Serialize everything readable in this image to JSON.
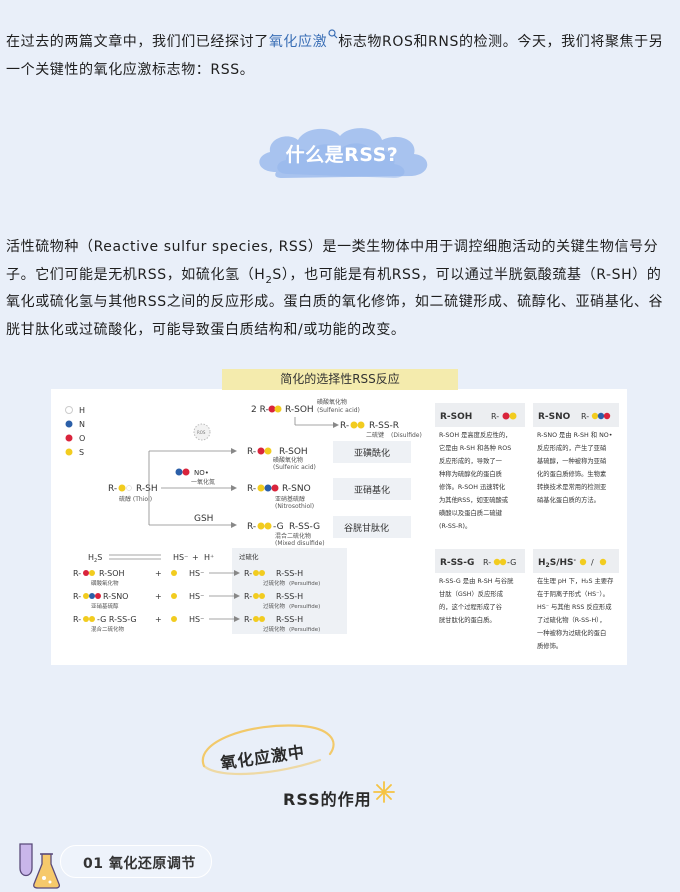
{
  "intro": {
    "text_before": "在过去的两篇文章中，我们们已经探讨了",
    "link": "氧化应激",
    "text_after": "标志物ROS和RNS的检测。今天，我们将聚焦于另一个关键性的氧化应激标志物：RSS。"
  },
  "heading": "什么是RSS?",
  "definition": {
    "part1": "活性硫物种（Reactive sulfur species, RSS）是一类生物体中用于调控细胞活动的关键生物信号分子。它们可能是无机RSS，如硫化氢（H",
    "sub": "2",
    "part2": "S），也可能是有机RSS，可以通过半胱氨酸巯基（R-SH）的氧化或硫化氢与其他RSS之间的反应形成。蛋白质的氧化修饰，如二硫键形成、硫醇化、亚硝基化、谷胱甘肽化或过硫酸化，可能导致蛋白质结构和/或功能的改变。"
  },
  "figure": {
    "title": "简化的选择性RSS反应",
    "legend": [
      "H",
      "N",
      "O",
      "S"
    ],
    "top_species": "R-SOH",
    "top_species_prefix": "2 R-",
    "top_species_cn": "磺酸氧化物",
    "top_species_en": "(Sulfenic acid)",
    "disulfide": "R-SS-R",
    "disulfide_prefix": "R-",
    "disulfide_cn": "二硫键",
    "disulfide_en": "(Disulfide)",
    "ros_label": "ROS",
    "thiol": "R-SH",
    "thiol_prefix": "R-",
    "thiol_cn": "硫醇 (Thiol)",
    "no_label": "NO•",
    "no_cn": "一氧化氮",
    "gsh_label": "GSH",
    "rsoh": "R-SOH",
    "rsoh_cn": "磺酸氧化物",
    "rsoh_en": "(Sulfenic acid)",
    "rsno": "R-SNO",
    "rsno_cn": "亚硝基硫醇",
    "rsno_en": "(Nitrosothiol)",
    "rssg": "R-SS-G",
    "rssg_prefix": "R-",
    "rssg_g": "-G",
    "rssg_cn": "混合二硫化物",
    "rssg_en": "(Mixed disulfide)",
    "mod_labels": [
      "亚磺酰化",
      "亚硝基化",
      "谷胱甘肽化"
    ],
    "h2s_row": {
      "h2s": "H2S",
      "hs": "HS⁻",
      "plus": "+",
      "h": "H⁺",
      "label": "过硫化"
    },
    "persulfide_rows": [
      {
        "prefix": "R-",
        "reactant": "R-SOH",
        "cn": "磺酸氧化物",
        "hs": "HS⁻",
        "product": "R-SS-H",
        "pcn": "过硫化物",
        "pen": "(Persulfide)"
      },
      {
        "prefix": "R-",
        "reactant": "R-SNO",
        "cn": "亚硝基硫醇",
        "hs": "HS⁻",
        "product": "R-SS-H",
        "pcn": "过硫化物",
        "pen": "(Persulfide)"
      },
      {
        "prefix": "R-",
        "reactant": "-G  R-SS-G",
        "cn": "混合二硫化物",
        "hs": "HS⁻",
        "product": "R-SS-H",
        "pcn": "过硫化物",
        "pen": "(Persulfide)"
      }
    ],
    "plus": "+",
    "cards": [
      {
        "title": "R-SOH",
        "icon_prefix": "R-",
        "lines": [
          "R-SOH 是高度反应性的，",
          "它是由 R-SH 和各种 ROS",
          "反应形成的，导致了一",
          "种称为硫醇化的蛋白质",
          "修饰。R-SOH 迅速转化",
          "为其他RSS，如亚硫酸或",
          "磺酸以及蛋白质二硫键",
          "(R-SS-R)。"
        ]
      },
      {
        "title": "R-SNO",
        "icon_prefix": "R-",
        "lines": [
          "R-SNO 是由 R-SH 和 NO•",
          "反应形成的，产生了亚硝",
          "基硫醇，一种被称为亚硝",
          "化的蛋白质修饰。生物素",
          "转换技术是常用的检测亚",
          "硝基化蛋白质的方法。"
        ]
      },
      {
        "title": "R-SS-G",
        "icon_prefix": "R-",
        "icon_suffix": "-G",
        "lines": [
          "R-SS-G 是由 R-SH 与谷胱",
          "甘肽（GSH）反应形成",
          "的，这个过程形成了谷",
          "胱甘肽化的蛋白质。"
        ]
      },
      {
        "title": "H2S/HS",
        "title_main": "H",
        "title_sub": "2",
        "title_rest": "S/HS",
        "title_sup": "-",
        "icon_slash": "/",
        "lines": [
          "在生理 pH 下，H₂S 主要存",
          "在于阴离子形式（HS⁻）。",
          "HS⁻ 与其他 RSS 反应形成",
          "了过硫化物（R-SS-H），",
          "一种被称为过硫化的蛋白",
          "质修饰。"
        ]
      }
    ]
  },
  "tag": "氧化应激中",
  "subtitle": "RSS的作用",
  "section": "01 氧化还原调节",
  "colors": {
    "background": "#e9eff9",
    "link": "#3b6fb6",
    "heading_cloud": "#a8c3ef",
    "sulfur": "#f2cc1f",
    "oxygen": "#d9243c",
    "nitrogen": "#2b5fa8",
    "label_bg": "#f4ebad",
    "tag_curve": "#f2c96a"
  }
}
